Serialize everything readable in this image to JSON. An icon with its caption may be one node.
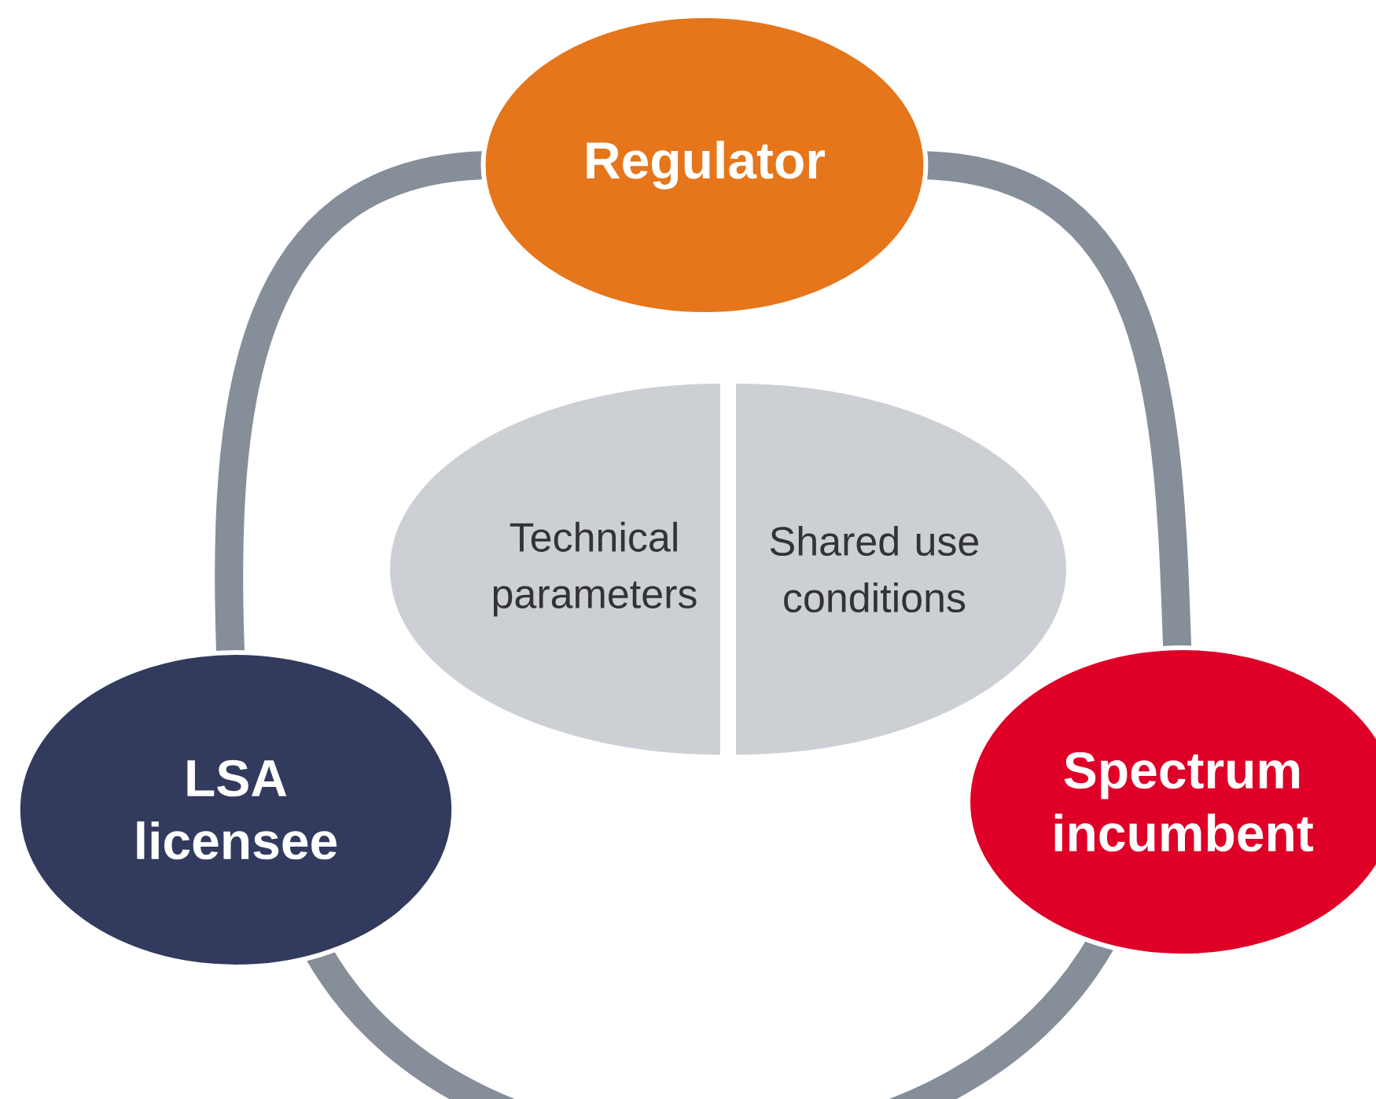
{
  "diagram": {
    "nodes": [
      {
        "text": [
          "Regulator"
        ]
      },
      {
        "text": [
          "Technical parameters"
        ]
      },
      {
        "text": [
          "Shared use conditions"
        ]
      },
      {
        "text": [
          "LSA licensee"
        ]
      },
      {
        "text": [
          "Spectrum incumbent"
        ]
      }
    ],
    "edges": [
      {
        "from": 0,
        "to": 4,
        "arrow": "none"
      },
      {
        "from": 4,
        "to": 3,
        "arrow": "none"
      },
      {
        "from": 3,
        "to": 0,
        "arrow": "none"
      }
    ]
  }
}
